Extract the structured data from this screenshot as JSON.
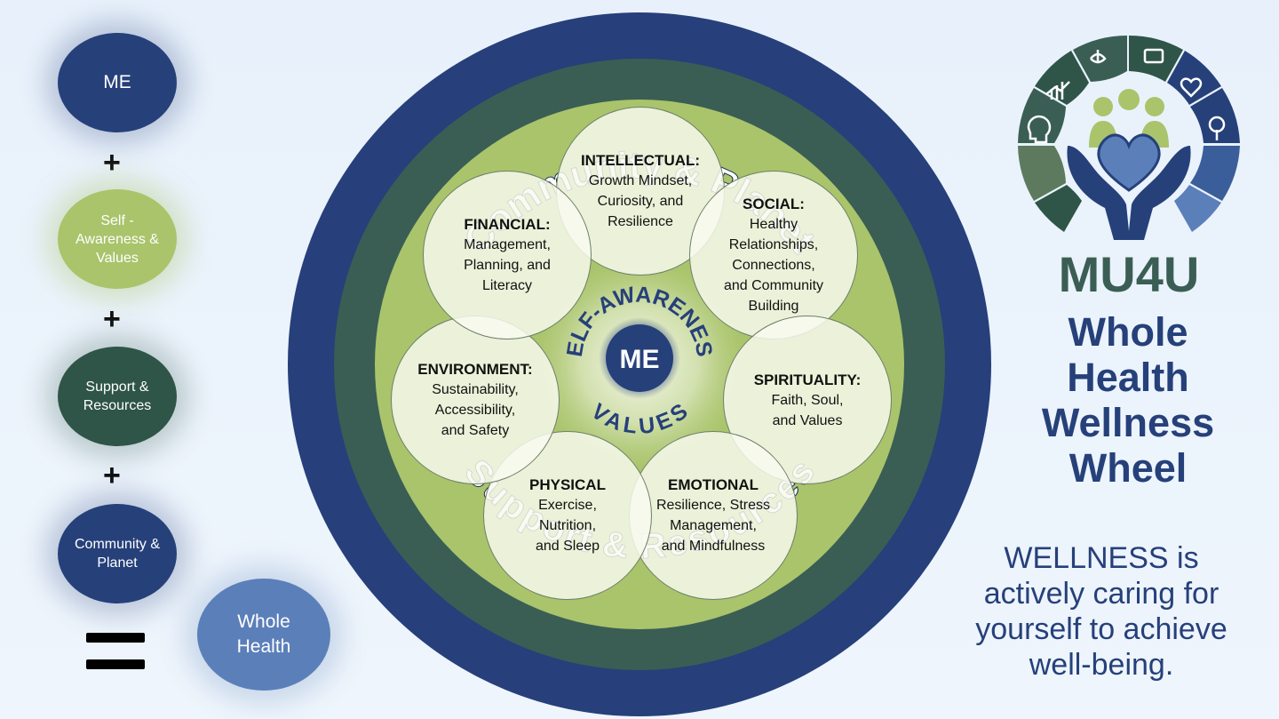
{
  "equation": {
    "me": "ME",
    "self_awareness": "Self - Awareness & Values",
    "support": "Support & Resources",
    "community": "Community & Planet",
    "whole_health": "Whole Health",
    "plus": "+"
  },
  "wheel": {
    "outer_ring_label": "Community & Planet",
    "middle_ring_label": "Support & Resources",
    "core_arc_top": "SELF-AWARENESS",
    "core_arc_bottom": "VALUES",
    "core_center": "ME",
    "domains": [
      {
        "heading": "INTELLECTUAL:",
        "text": "Growth Mindset,\nCuriosity, and\nResilience"
      },
      {
        "heading": "SOCIAL:",
        "text": "Healthy\nRelationships,\nConnections,\nand Community\nBuilding"
      },
      {
        "heading": "SPIRITUALITY:",
        "text": "Faith, Soul,\nand Values"
      },
      {
        "heading": "EMOTIONAL",
        "text": "Resilience, Stress\nManagement,\nand Mindfulness"
      },
      {
        "heading": "PHYSICAL",
        "text": "Exercise,\nNutrition,\nand Sleep"
      },
      {
        "heading": "ENVIRONMENT:",
        "text": "Sustainability,\nAccessibility,\nand Safety"
      },
      {
        "heading": "FINANCIAL:",
        "text": "Management,\nPlanning, and\nLiteracy"
      }
    ]
  },
  "logo": {
    "wordmark": "MU4U"
  },
  "title_lines": [
    "Whole",
    "Health",
    "Wellness",
    "Wheel"
  ],
  "definition": "WELLNESS is actively caring for yourself to achieve well-being.",
  "colors": {
    "navy": "#26407a",
    "dark_green": "#2f5448",
    "light_green": "#a9c46b",
    "periwinkle": "#5b7fb9"
  }
}
